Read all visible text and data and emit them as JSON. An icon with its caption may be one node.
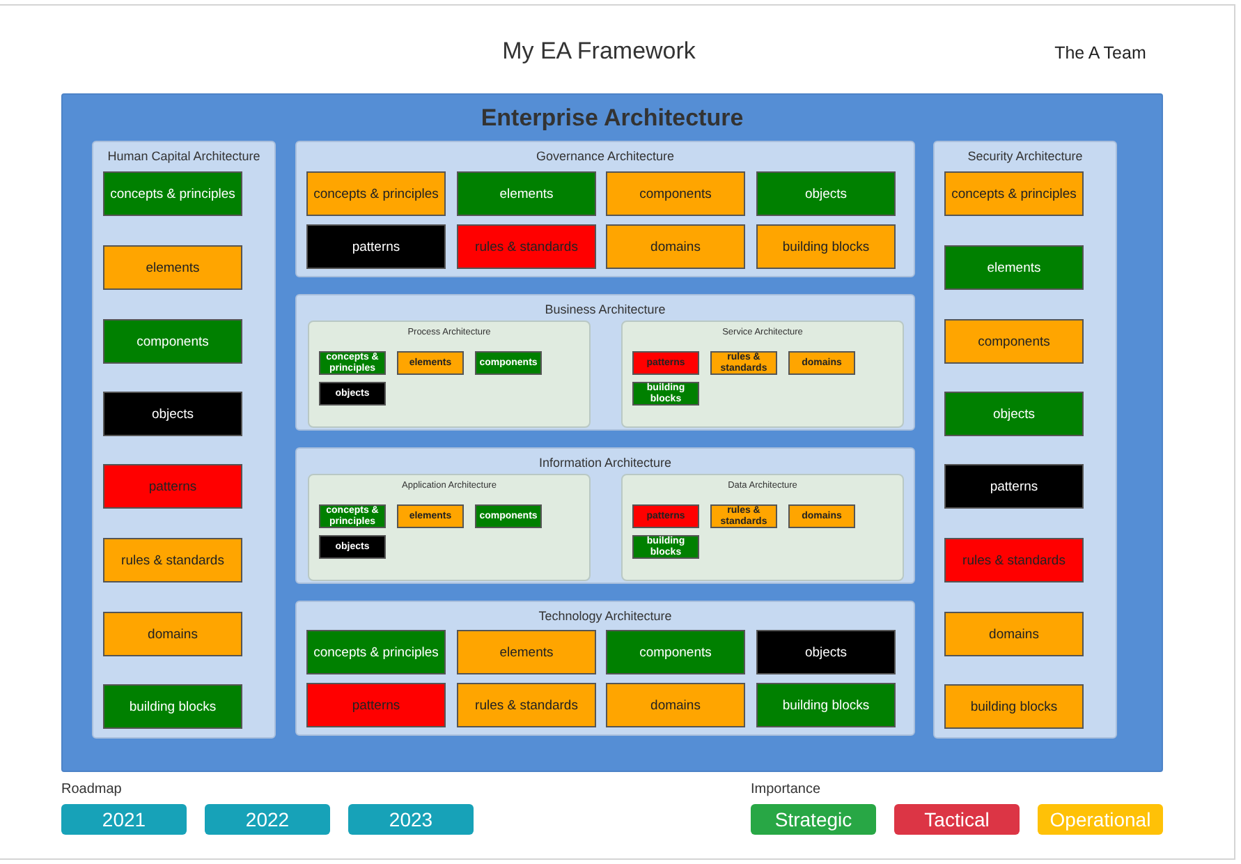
{
  "diagram": {
    "title": "My EA Framework",
    "nodes": [
      {
        "text": [
          "Enterprise Architecture"
        ]
      },
      {
        "text": [
          "Human Capital Architecture"
        ],
        "in": 0
      },
      {
        "text": [
          "concepts & principles"
        ],
        "in": 1
      },
      {
        "text": [
          "elements"
        ],
        "in": 1
      },
      {
        "text": [
          "components"
        ],
        "in": 1
      },
      {
        "text": [
          "objects"
        ],
        "in": 1
      },
      {
        "text": [
          "patterns"
        ],
        "in": 1
      },
      {
        "text": [
          "rules & standards"
        ],
        "in": 1
      },
      {
        "text": [
          "domains"
        ],
        "in": 1
      },
      {
        "text": [
          "building blocks"
        ],
        "in": 1
      },
      {
        "text": [
          "Governance Architecture"
        ],
        "in": 0
      },
      {
        "text": [
          "concepts & principles"
        ],
        "in": 10
      },
      {
        "text": [
          "elements"
        ],
        "in": 10
      },
      {
        "text": [
          "components"
        ],
        "in": 10
      },
      {
        "text": [
          "objects"
        ],
        "in": 10
      },
      {
        "text": [
          "patterns"
        ],
        "in": 10
      },
      {
        "text": [
          "rules & standards"
        ],
        "in": 10
      },
      {
        "text": [
          "domains"
        ],
        "in": 10
      },
      {
        "text": [
          "building blocks"
        ],
        "in": 10
      },
      {
        "text": [
          "Business Architecture"
        ],
        "in": 0
      },
      {
        "text": [
          "Process Architecture"
        ],
        "in": 19
      },
      {
        "text": [
          "concepts & principles"
        ],
        "in": 20
      },
      {
        "text": [
          "elements"
        ],
        "in": 20
      },
      {
        "text": [
          "components"
        ],
        "in": 20
      },
      {
        "text": [
          "objects"
        ],
        "in": 20
      },
      {
        "text": [
          "Service Architecture"
        ],
        "in": 19
      },
      {
        "text": [
          "patterns"
        ],
        "in": 25
      },
      {
        "text": [
          "rules & standards"
        ],
        "in": 25
      },
      {
        "text": [
          "domains"
        ],
        "in": 25
      },
      {
        "text": [
          "building blocks"
        ],
        "in": 25
      },
      {
        "text": [
          "Information Architecture"
        ],
        "in": 0
      },
      {
        "text": [
          "Application Architecture"
        ],
        "in": 30
      },
      {
        "text": [
          "concepts & principles"
        ],
        "in": 31
      },
      {
        "text": [
          "elements"
        ],
        "in": 31
      },
      {
        "text": [
          "components"
        ],
        "in": 31
      },
      {
        "text": [
          "objects"
        ],
        "in": 31
      },
      {
        "text": [
          "Data Architecture"
        ],
        "in": 30
      },
      {
        "text": [
          "patterns"
        ],
        "in": 36
      },
      {
        "text": [
          "rules & standards"
        ],
        "in": 36
      },
      {
        "text": [
          "domains"
        ],
        "in": 36
      },
      {
        "text": [
          "building blocks"
        ],
        "in": 36
      },
      {
        "text": [
          "Technology Architecture"
        ],
        "in": 0
      },
      {
        "text": [
          "concepts & principles"
        ],
        "in": 41
      },
      {
        "text": [
          "elements"
        ],
        "in": 41
      },
      {
        "text": [
          "components"
        ],
        "in": 41
      },
      {
        "text": [
          "objects"
        ],
        "in": 41
      },
      {
        "text": [
          "patterns"
        ],
        "in": 41
      },
      {
        "text": [
          "rules & standards"
        ],
        "in": 41
      },
      {
        "text": [
          "domains"
        ],
        "in": 41
      },
      {
        "text": [
          "building blocks"
        ],
        "in": 41
      },
      {
        "text": [
          "Security Architecture"
        ],
        "in": 0
      },
      {
        "text": [
          "concepts & principles"
        ],
        "in": 50
      },
      {
        "text": [
          "elements"
        ],
        "in": 50
      },
      {
        "text": [
          "components"
        ],
        "in": 50
      },
      {
        "text": [
          "objects"
        ],
        "in": 50
      },
      {
        "text": [
          "patterns"
        ],
        "in": 50
      },
      {
        "text": [
          "rules & standards"
        ],
        "in": 50
      },
      {
        "text": [
          "domains"
        ],
        "in": 50
      },
      {
        "text": [
          "building blocks"
        ],
        "in": 50
      }
    ],
    "labels": [
      "The A Team",
      "Roadmap",
      "2021",
      "2022",
      "2023",
      "Importance"
    ],
    "legend": [
      {
        "text": "Strategic",
        "color": "#28a745"
      },
      {
        "text": "Tactical",
        "color": "#dc3545"
      },
      {
        "text": "Operational",
        "color": "#ffc107"
      }
    ]
  }
}
